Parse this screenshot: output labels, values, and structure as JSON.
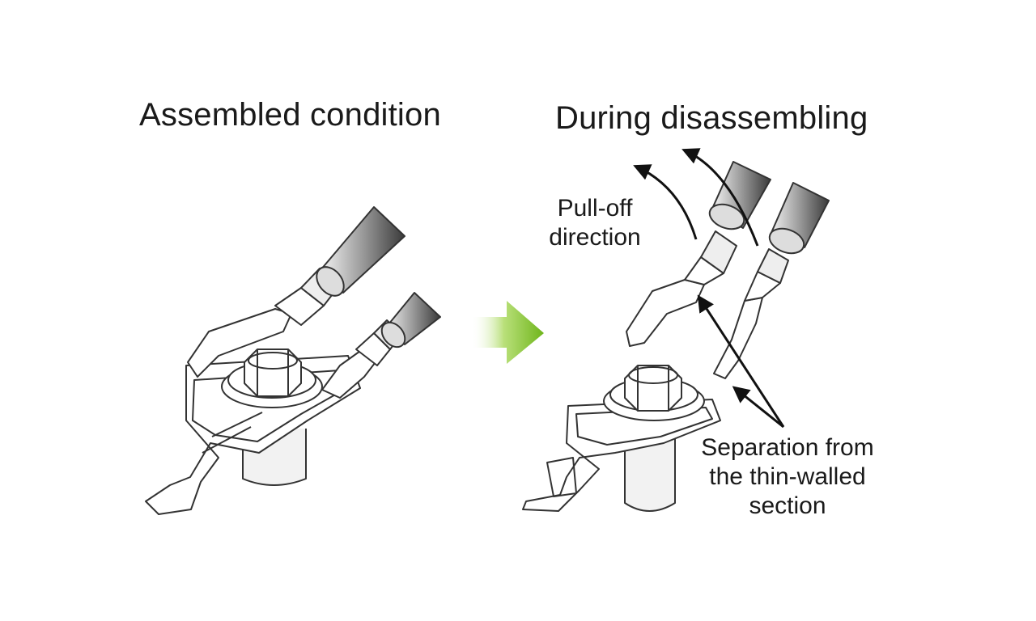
{
  "titles": {
    "assembled": "Assembled condition",
    "disassembling": "During disassembling"
  },
  "labels": {
    "pull_off": [
      "Pull-off",
      "direction"
    ],
    "separation": [
      "Separation from",
      "the thin-walled",
      "section"
    ]
  },
  "colors": {
    "arrow_green": "#7ec423",
    "line": "#333333"
  }
}
